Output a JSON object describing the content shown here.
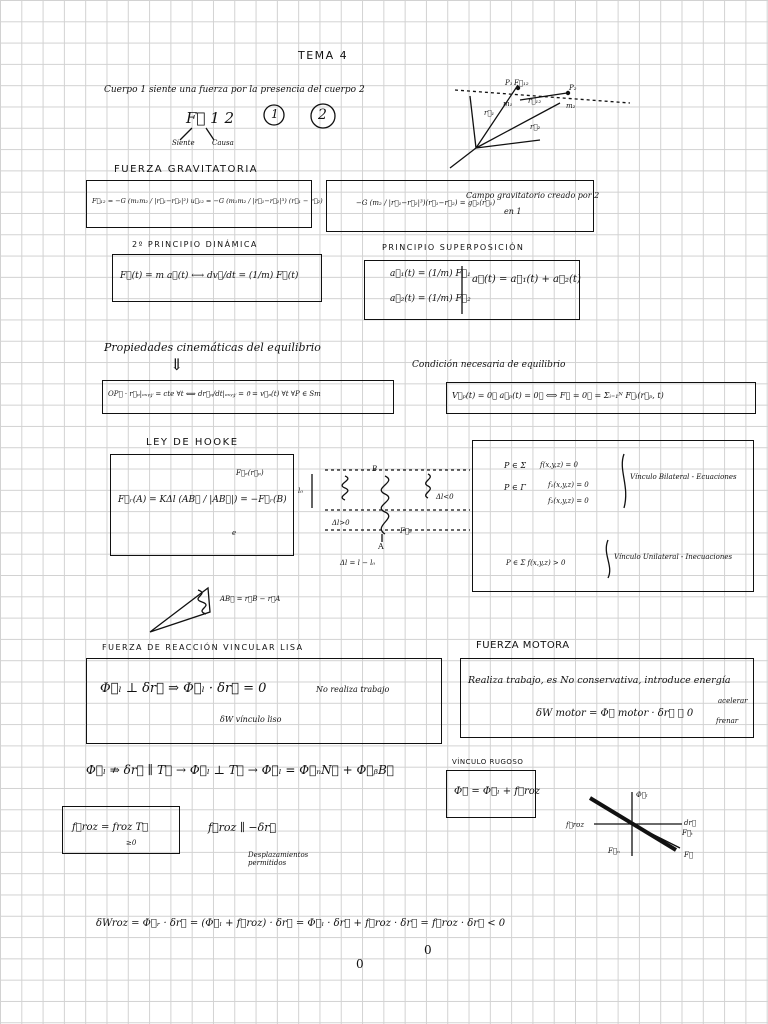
{
  "tema": "TEMA 4",
  "intro": {
    "line": "Cuerpo 1 siente una fuerza por la presencia del cuerpo 2",
    "f12": "F⃗ 1 2",
    "siente": "Siente",
    "causa": "Causa",
    "circle1": "1",
    "circle2": "2",
    "diagram_labels": {
      "p1": "P₁",
      "F12": "F⃗₁₂",
      "p2": "P₂",
      "m1": "m₁",
      "m2": "m₂",
      "r1": "r⃗₁",
      "r12": "r⃗₁₂",
      "r2": "r⃗₂"
    }
  },
  "grav": {
    "heading": "FUERZA GRAVITATORIA",
    "formula": "F⃗₁₂ = −G (m₁m₂ / |r⃗₁−r⃗₂|²) u⃗₁₂ = −G (m₁m₂ / |r⃗₁−r⃗₂|³) (r⃗₁ − r⃗₂)",
    "campo_formula": "−G (m₂ / |r⃗₁−r⃗₂|³)(r⃗₁−r⃗₂) = g⃗₂(r⃗₁)",
    "campo_text1": "Campo gravitatorio creado por 2",
    "campo_text2": "en 1"
  },
  "dinamica": {
    "heading": "2º PRINCIPIO DINÁMICA",
    "formula": "F⃗(t) = m a⃗(t) ⟷ dv⃗/dt = (1/m) F⃗(t)"
  },
  "superposicion": {
    "heading": "PRINCIPIO SUPERPOSICIÓN",
    "a1": "a⃗₁(t) = (1/m) F⃗₁",
    "a2": "a⃗₂(t) = (1/m) F⃗₂",
    "sum": "a⃗(t) = a⃗₁(t) + a⃗₂(t)"
  },
  "equilibrio": {
    "title": "Propiedades cinemáticas del equilibrio",
    "arrow": "⇓",
    "formula": "OP⃗ · r⃗ₚ|ₒₓᵧ𝓏 = cte  ∀t  ⟺  dr⃗ₚ/dt|ₒₓᵧ𝓏 = 0⃗ = v⃗ₚ(t)  ∀t  ∀P ∈ Sm",
    "cond_title": "Condición necesaria de equilibrio",
    "cond_formula": "V⃗ₚ(t) = 0⃗      a⃗ₚ(t) = 0⃗ ⟺ F⃗ = 0⃗ = Σᵢ₌₁ᴺ F⃗ᵢ(r⃗ₚ, t)"
  },
  "hooke": {
    "heading": "LEY DE HOOKE",
    "formula": "F⃗ᵣ(A) = KΔl (AB⃗ / |AB⃗|) = −F⃗ᵣ(B)",
    "sub_e": "e",
    "sub_note": "F⃗ₑ(r⃗ₚ)",
    "labels": {
      "B": "B",
      "A": "A",
      "l0": "l₀",
      "dl_pos": "Δl>0",
      "dl_neg": "Δl<0",
      "fr": "F⃗ₑ",
      "dl_def": "Δl = l − l₀",
      "ab_note": "AB⃗ = r⃗B − r⃗A"
    }
  },
  "vinculo": {
    "pee": "P ∈ Σ",
    "pee_eq": "f(x,y,z) = 0",
    "pet": "P ∈ Γ",
    "pet_eq1": "f₁(x,y,z) = 0",
    "pet_eq2": "f₂(x,y,z) = 0",
    "bilateral": "Vínculo Bilateral - Ecuaciones",
    "pcs": "P ∈ Σ   f(x,y,z) > 0",
    "unilateral": "Vínculo Unilateral - Inecuaciones"
  },
  "reaccion": {
    "heading": "FUERZA DE REACCIÓN VINCULAR LISA",
    "formula": "Φ⃗ₗ ⊥ δr⃗  ⇒  Φ⃗ₗ · δr⃗ = 0",
    "no_trabajo": "No realiza trabajo",
    "underbrace": "δW vínculo liso"
  },
  "motora": {
    "heading": "FUERZA MOTORA",
    "text": "Realiza trabajo, es No conservativa, introduce energía",
    "formula": "δW motor = Φ⃗ motor · δr⃗ ≶ 0",
    "acelerar": "acelerar",
    "frenar": "frenar"
  },
  "rugoso": {
    "chain": "Φ⃗ₗ ⇏ δr⃗ ∥ T⃗   → Φ⃗ₗ ⊥ T⃗  → Φ⃗ₗ = Φ⃗ₙN⃗ + Φ⃗ᵦB⃗",
    "heading": "VÍNCULO RUGOSO",
    "formula": "Φ⃗ = Φ⃗ₗ + f⃗roz",
    "froz_box": "f⃗roz = froz T⃗",
    "froz_box2": "≥0",
    "froz_par": "f⃗roz ∥ −δr⃗",
    "desp": "Desplazamientos permitidos",
    "diag": {
      "phi": "Φ⃗ₗ",
      "dr": "dr⃗",
      "froz": "f⃗roz",
      "fn": "F⃗ₙ",
      "ft": "F⃗ₜ",
      "f": "F⃗"
    }
  },
  "trabajo": {
    "formula": "δWroz = Φ⃗ᵣ · δr⃗ = (Φ⃗ₗ + f⃗roz) · δr⃗ = Φ⃗ₗ · δr⃗ + f⃗roz · δr⃗ = f⃗roz · δr⃗ < 0",
    "zero1": "0",
    "zero2": "0"
  }
}
